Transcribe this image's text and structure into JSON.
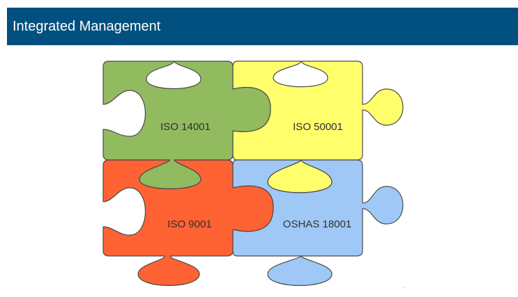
{
  "header": {
    "title": "Integrated Management",
    "background": "#02507f"
  },
  "pieces": [
    {
      "id": "iso-14001",
      "label": "ISO 14001",
      "color": "#92bb60"
    },
    {
      "id": "iso-50001",
      "label": "ISO 50001",
      "color": "#ffff6c"
    },
    {
      "id": "iso-9001",
      "label": "ISO 9001",
      "color": "#ff6233"
    },
    {
      "id": "oshas-18001",
      "label": "OSHAS 18001",
      "color": "#9fc8f7"
    }
  ]
}
